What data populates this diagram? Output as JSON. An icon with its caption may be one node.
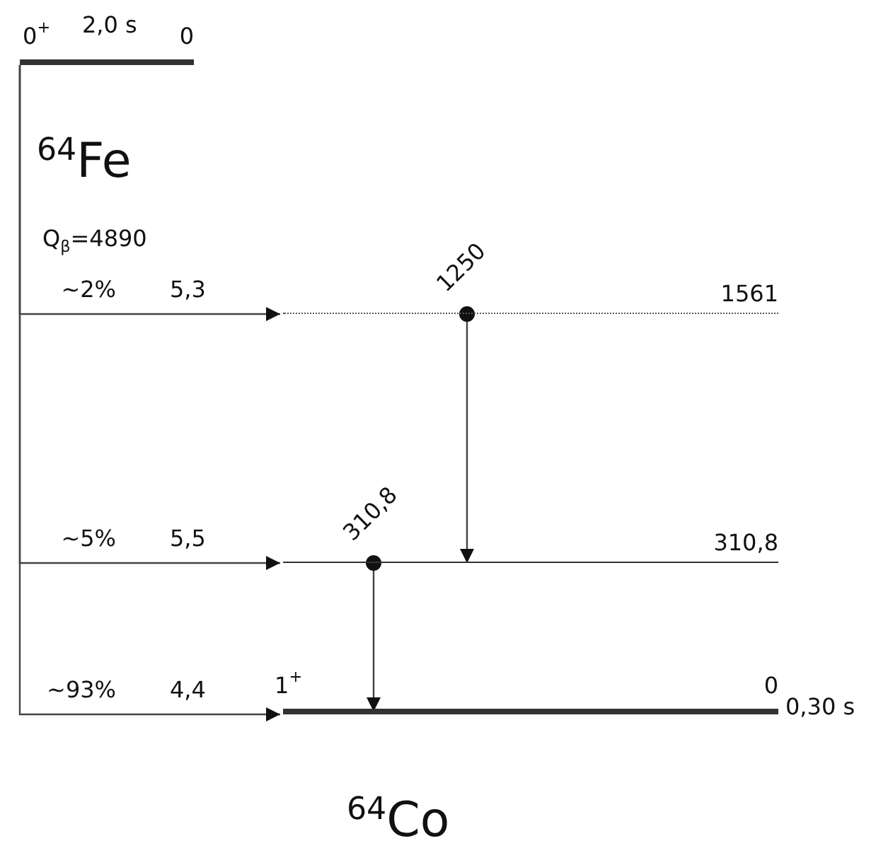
{
  "diagram": {
    "nodes": [
      {
        "text": [
          "0$^{+}$",
          "0"
        ],
        "beside": [
          "2,0 s"
        ]
      },
      {
        "text": [
          "1561"
        ]
      },
      {
        "text": [
          "310,8"
        ]
      },
      {
        "text": [
          "1$^{+}$",
          "0"
        ],
        "beside": [
          "0,30 s"
        ]
      }
    ],
    "edges": [
      {
        "from": 0,
        "to": 1,
        "arrow": "to",
        "label": "~2%"
      },
      {
        "from": 0,
        "to": 2,
        "arrow": "to",
        "label": "~5%"
      },
      {
        "from": 0,
        "to": 3,
        "arrow": "to",
        "label": "~93%"
      },
      {
        "from": 1,
        "to": 2,
        "arrow": "to",
        "label": "1250"
      },
      {
        "from": 2,
        "to": 3,
        "arrow": "to",
        "label": "310,8"
      }
    ],
    "labels": [
      "$^{64}$Fe",
      "Q$_{β}$=4890",
      "5,3",
      "5,5",
      "4,4",
      "$^{64}$Co"
    ]
  }
}
